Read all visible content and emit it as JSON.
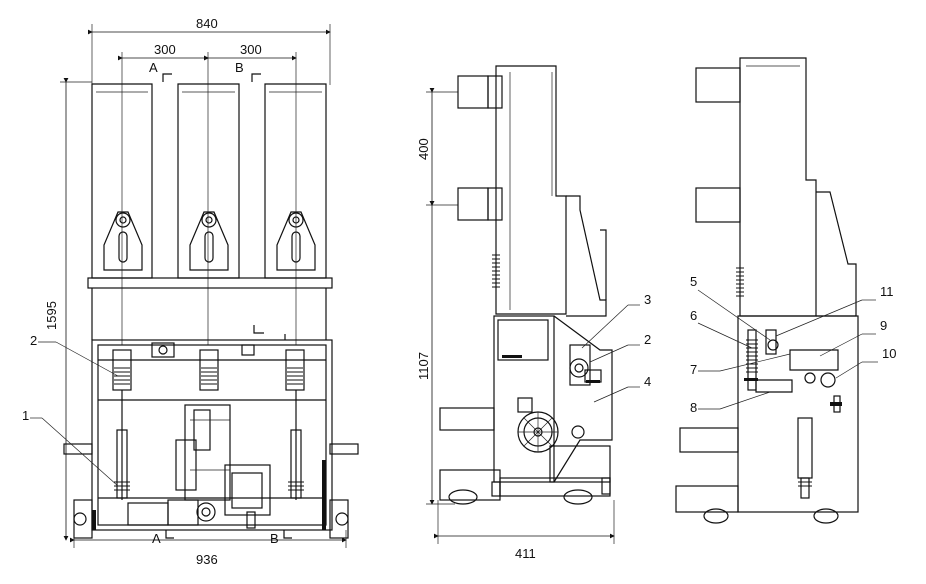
{
  "dimensions": {
    "front_width": "840",
    "pole_spacing_left": "300",
    "pole_spacing_right": "300",
    "overall_height": "1595",
    "base_width": "936",
    "upper_height": "400",
    "lower_height": "1107",
    "side_depth": "411"
  },
  "section_marks": {
    "top_a": "A",
    "top_b": "B",
    "bottom_a": "A",
    "bottom_b": "B"
  },
  "callouts": {
    "c1": "1",
    "c2_front": "2",
    "c2_side": "2",
    "c3": "3",
    "c4": "4",
    "c5": "5",
    "c6": "6",
    "c7": "7",
    "c8": "8",
    "c9": "9",
    "c10": "10",
    "c11": "11"
  }
}
